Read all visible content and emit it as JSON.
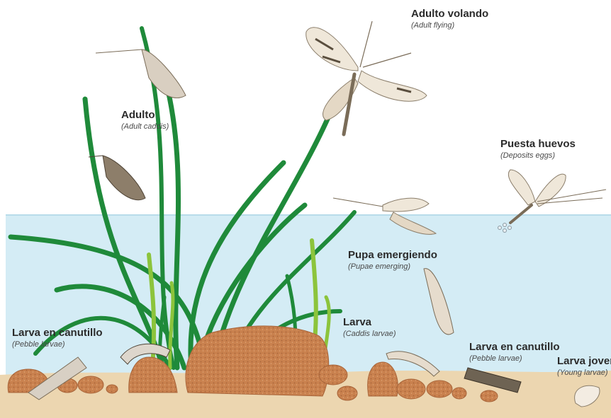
{
  "labels": {
    "adult_flying": {
      "es": "Adulto volando",
      "en": "(Adult flying)"
    },
    "adult": {
      "es": "Adulto",
      "en": "(Adult caddis)"
    },
    "deposits_eggs": {
      "es": "Puesta huevos",
      "en": "(Deposits eggs)"
    },
    "pupae_emerging": {
      "es": "Pupa emergiendo",
      "en": "(Pupae emerging)"
    },
    "caddis_larvae": {
      "es": "Larva",
      "en": "(Caddis larvae)"
    },
    "pebble_larvae_left": {
      "es": "Larva en canutillo",
      "en": "(Pebble larvae)"
    },
    "pebble_larvae_right": {
      "es": "Larva en canutillo",
      "en": "(Pebble larvae)"
    },
    "young_larvae": {
      "es": "Larva joven",
      "en": "(Young larvae)"
    }
  },
  "colors": {
    "water": "#d4ecf5",
    "sand": "#ecd6b0",
    "grass_dark": "#1f8a3a",
    "grass_light": "#8cc43c",
    "pebble": "#c9814e",
    "insect": "#e9e0d2"
  }
}
